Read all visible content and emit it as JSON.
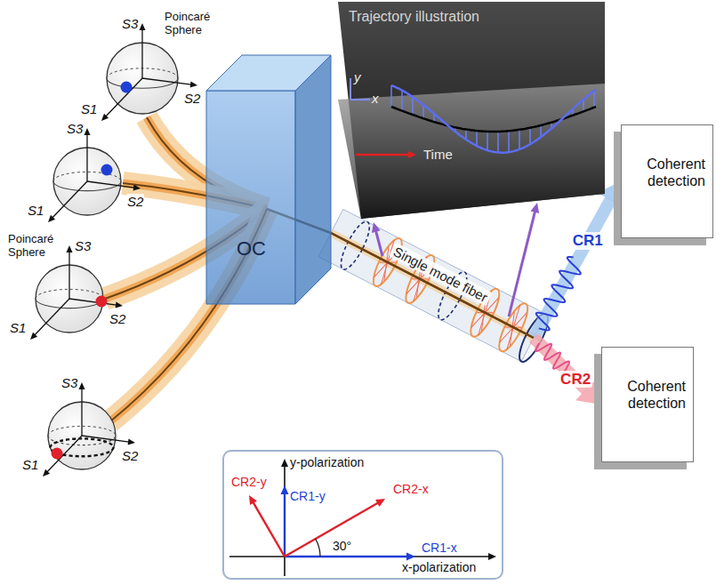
{
  "diagram": {
    "nodes": [
      {
        "text": [
          "OC"
        ]
      },
      {
        "text": [
          "Trajectory illustration"
        ]
      },
      {
        "text": [
          "Coherent detection"
        ]
      },
      {
        "text": [
          "Coherent detection"
        ]
      },
      {
        "text": [
          "y-polarization",
          "CR1-y",
          "CR2-y",
          "CR2-x",
          "30°",
          "CR1-x",
          "x-polarization"
        ]
      }
    ],
    "edges": [
      {
        "from": 0,
        "to": 2,
        "label": "CR1",
        "arrow": "to"
      },
      {
        "from": 0,
        "to": 3,
        "label": "CR2",
        "arrow": "to"
      }
    ],
    "labels": [
      "Poincaré Sphere",
      "S3",
      "S1",
      "S2",
      "S3",
      "S1",
      "S2",
      "Poincaré Sphere",
      "S3",
      "S1",
      "S2",
      "S3",
      "S1",
      "S2",
      "y",
      "x",
      "Time",
      "Single mode fiber"
    ]
  }
}
